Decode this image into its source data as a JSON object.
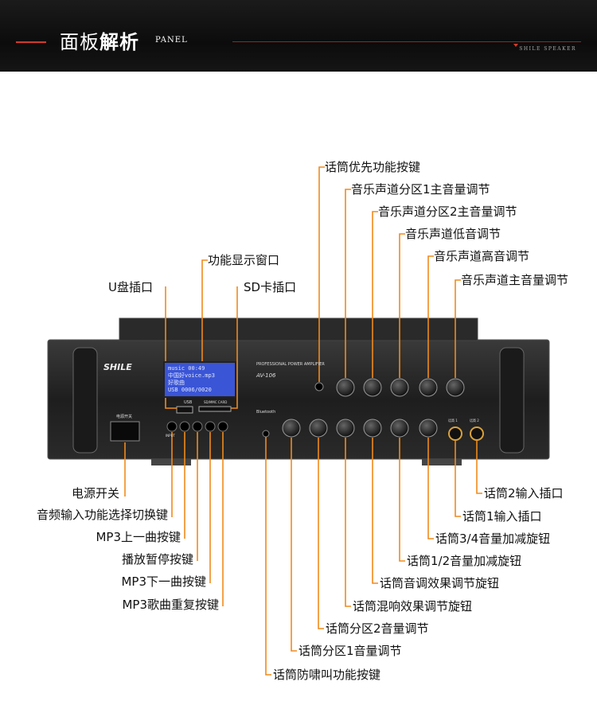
{
  "header": {
    "title_light": "面板",
    "title_bold": "解析",
    "subtitle": "PANEL",
    "brand": "SHILE SPEAKER"
  },
  "device": {
    "logo": "SHILE",
    "model_line": "PROFESSIONAL POWER AMPLIFIER",
    "model": "AV-106",
    "lcd_lines": [
      "music 00:49",
      "中国好voice.mp3",
      "好歌曲",
      "USB 0006/0020"
    ],
    "usb_label": "USB",
    "sd_label": "SD/MMC CARD",
    "power_label": "电源开关",
    "bluetooth": "Bluetooth",
    "input": "INPUT",
    "mic1": "话筒 1",
    "mic2": "话筒 2"
  },
  "labels_top": [
    "话筒优先功能按键",
    "音乐声道分区1主音量调节",
    "音乐声道分区2主音量调节",
    "音乐声道低音调节",
    "音乐声道高音调节",
    "音乐声道主音量调节",
    "功能显示窗口",
    "U盘插口",
    "SD卡插口"
  ],
  "labels_bottom_left": [
    "电源开关",
    "音频输入功能选择切换键",
    "MP3上一曲按键",
    "播放暂停按键",
    "MP3下一曲按键",
    "MP3歌曲重复按键"
  ],
  "labels_bottom_right": [
    "话筒2输入插口",
    "话筒1输入插口",
    "话筒3/4音量加减旋钮",
    "话筒1/2音量加减旋钮",
    "话筒音调效果调节旋钮",
    "话筒混响效果调节旋钮",
    "话筒分区2音量调节",
    "话筒分区1音量调节",
    "话筒防啸叫功能按键"
  ],
  "colors": {
    "leader": "#f08a1c",
    "banner": "#111111",
    "accent": "#d23b2b"
  }
}
